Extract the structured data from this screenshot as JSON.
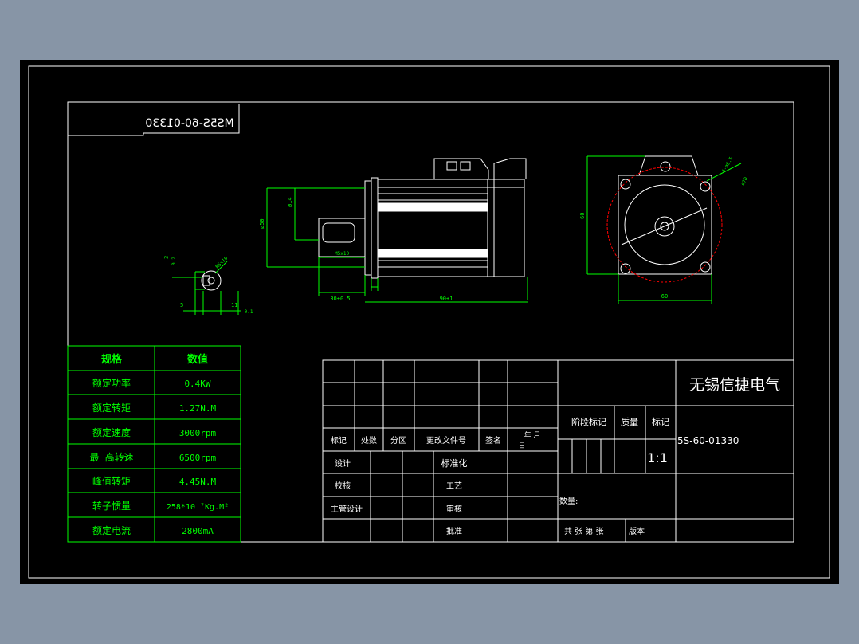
{
  "drawing": {
    "part_number_mirrored": "MS5S-60-01330",
    "company": "无锡信捷电气",
    "drawing_number": "5S-60-01330",
    "scale": "1:1",
    "quantity_label": "数量:",
    "sheet_info": "共  张 第  张",
    "version_label": "版本"
  },
  "spec_table": {
    "headers": [
      "规格",
      "数值"
    ],
    "rows": [
      {
        "name": "额定功率",
        "value": "0.4KW"
      },
      {
        "name": "额定转矩",
        "value": "1.27N.M"
      },
      {
        "name": "额定速度",
        "value": "3000rpm"
      },
      {
        "name": "最 高转速",
        "value": "6500rpm"
      },
      {
        "name": "峰值转矩",
        "value": "4.45N.M"
      },
      {
        "name": "转子惯量",
        "value": "258*10⁻⁷Kg.M²"
      },
      {
        "name": "额定电流",
        "value": "2800mA"
      }
    ]
  },
  "title_block": {
    "labels": {
      "mark": "标记",
      "count": "处数",
      "zone": "分区",
      "doc_no": "更改文件号",
      "sign": "签名",
      "year_month": "年  月",
      "day": "日",
      "design": "设计",
      "standardize": "标准化",
      "check": "校核",
      "process": "工艺",
      "chief_design": "主管设计",
      "review": "审核",
      "approve": "批准",
      "stage_mark": "阶段标记",
      "weight": "质量",
      "scale_label": "标记"
    }
  },
  "dimensions": {
    "shaft_len": "30±0.5",
    "body_len": "90±1",
    "flange_sq": "60",
    "flange_dia": "ø50",
    "shaft_dia": "ø14",
    "holes": "4-ø5.5",
    "pcd": "ø70",
    "side_w": "60",
    "key_w": "5",
    "key_h": "11",
    "key_tol": "-0.1",
    "dim_3": "3",
    "dim_02": "0.2",
    "key": "M5x10"
  }
}
